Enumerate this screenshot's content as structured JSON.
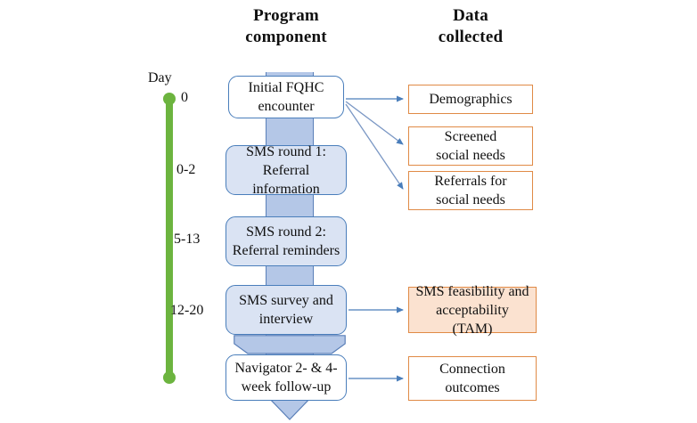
{
  "headers": {
    "program_component": "Program\ncomponent",
    "data_collected": "Data\ncollected"
  },
  "timeline": {
    "axis_label": "Day",
    "line_color": "#6cb43f",
    "marks": [
      {
        "id": "day-0",
        "label": "0"
      },
      {
        "id": "day-0-2",
        "label": "0-2"
      },
      {
        "id": "day-5-13",
        "label": "5-13"
      },
      {
        "id": "day-12-20",
        "label": "12-20"
      }
    ]
  },
  "program_component": {
    "band_color": "#b4c7e7",
    "steps": [
      {
        "id": "initial-fqhc-encounter",
        "label": "Initial FQHC\nencounter",
        "fill": "#ffffff",
        "border": "#4a7ebb"
      },
      {
        "id": "sms-round-1",
        "label": "SMS round 1:\nReferral information",
        "fill": "#dae3f3",
        "border": "#4a7ebb"
      },
      {
        "id": "sms-round-2",
        "label": "SMS round 2:\nReferral reminders",
        "fill": "#dae3f3",
        "border": "#4a7ebb"
      },
      {
        "id": "sms-survey-interview",
        "label": "SMS survey and\ninterview",
        "fill": "#dae3f3",
        "border": "#4a7ebb"
      },
      {
        "id": "navigator-follow-up",
        "label": "Navigator 2- & 4-\nweek follow-up",
        "fill": "#ffffff",
        "border": "#4a7ebb"
      }
    ]
  },
  "data_collected": {
    "items": [
      {
        "id": "demographics",
        "label": "Demographics",
        "fill": "#ffffff",
        "border": "#e08a46"
      },
      {
        "id": "screened-social-needs",
        "label": "Screened\nsocial needs",
        "fill": "#ffffff",
        "border": "#e08a46"
      },
      {
        "id": "referrals-social-needs",
        "label": "Referrals for\nsocial needs",
        "fill": "#ffffff",
        "border": "#e08a46"
      },
      {
        "id": "sms-feasibility-tam",
        "label": "SMS feasibility and\nacceptability (TAM)",
        "fill": "#fbe2d0",
        "border": "#e08a46"
      },
      {
        "id": "connection-outcomes",
        "label": "Connection\noutcomes",
        "fill": "#ffffff",
        "border": "#e08a46"
      }
    ]
  },
  "connectors": {
    "arrow_color": "#4a7ebb",
    "edges": [
      {
        "from": "initial-fqhc-encounter",
        "to": "demographics"
      },
      {
        "from": "initial-fqhc-encounter",
        "to": "screened-social-needs"
      },
      {
        "from": "initial-fqhc-encounter",
        "to": "referrals-social-needs"
      },
      {
        "from": "sms-survey-interview",
        "to": "sms-feasibility-tam"
      },
      {
        "from": "navigator-follow-up",
        "to": "connection-outcomes"
      }
    ]
  }
}
